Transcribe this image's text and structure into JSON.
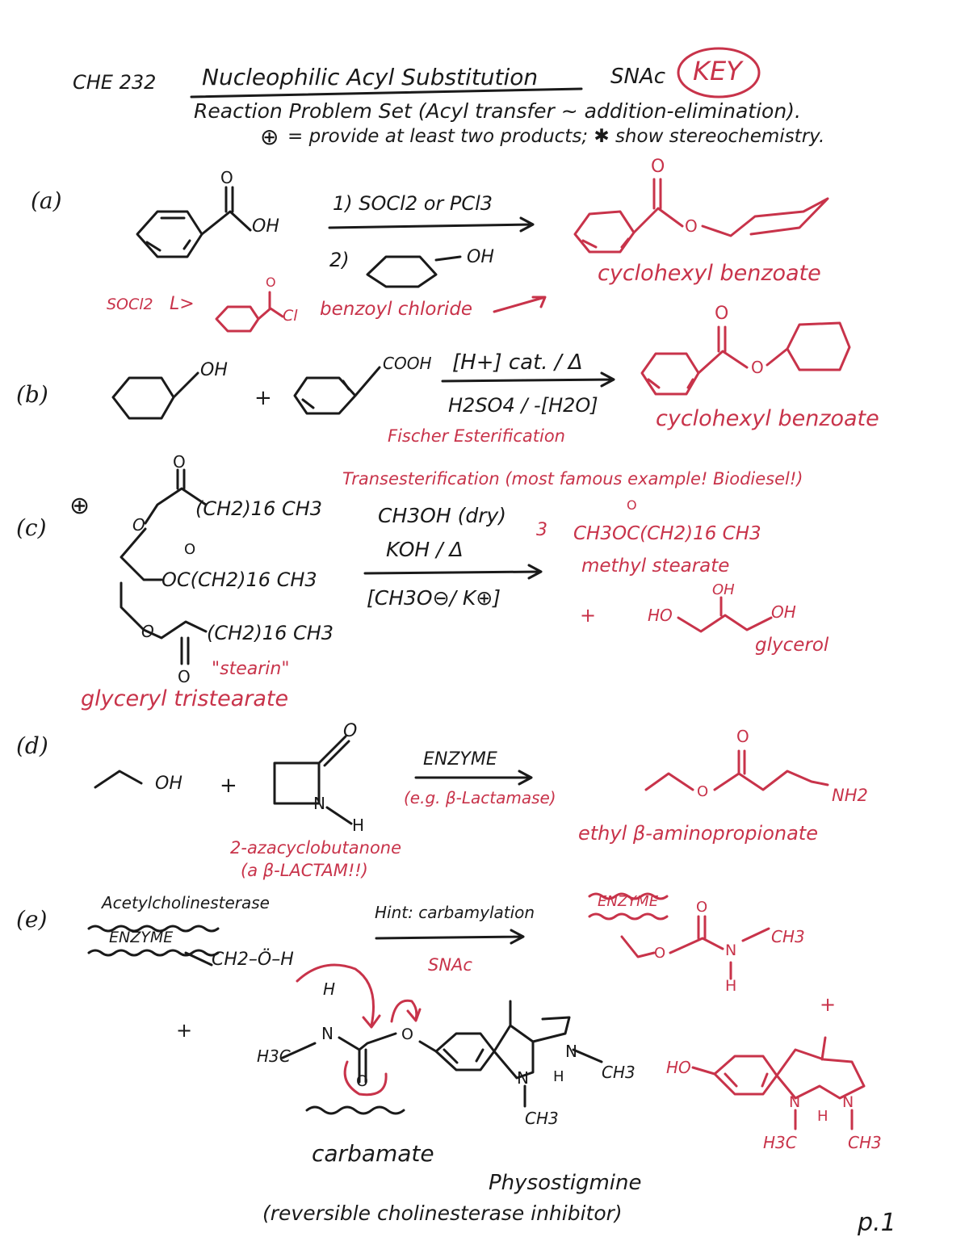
{
  "header": {
    "course": "CHE 232",
    "title": "Nucleophilic Acyl Substitution",
    "mechanism": "SNAc",
    "key_label": "KEY",
    "subtitle": "Reaction Problem Set (Acyl transfer ~ addition-elimination).",
    "instructions": "= provide at least two products; ✱ show stereochemistry."
  },
  "parts": {
    "a": {
      "label": "(a)",
      "acid_oh": "OH",
      "step1": "1) SOCl2 or PCl3",
      "step2": "2)",
      "alcohol_oh": "OH",
      "product_o_top": "O",
      "product_o": "O",
      "product_name": "cyclohexyl benzoate",
      "note_reagent": "SOCl2",
      "note_arrow": "L>",
      "note_o": "O",
      "note_cl": "Cl",
      "note_intermediate": "benzoyl chloride"
    },
    "b": {
      "label": "(b)",
      "alcohol_oh": "OH",
      "plus": "+",
      "acid": "COOH",
      "conditions_top": "[H+] cat. / Δ",
      "conditions_bottom": "H2SO4 / -[H2O]",
      "reaction_name": "Fischer Esterification",
      "product_o_top": "O",
      "product_o": "O",
      "product_name": "cyclohexyl benzoate"
    },
    "c": {
      "label": "(c)",
      "mark": "⊕",
      "chain1": "(CH2)16 CH3",
      "chain2": "OC(CH2)16 CH3",
      "chain3": "(CH2)16 CH3",
      "o_top": "O",
      "o_mid": "O",
      "o_bot": "O",
      "o_carbonyl_bottom": "O",
      "o_ester1": "O",
      "o_ester3": "O",
      "nickname": "\"stearin\"",
      "name": "glyceryl tristearate",
      "transester_note": "Transesterification (most famous example! Biodiesel!)",
      "reagent1": "CH3OH (dry)",
      "reagent2": "KOH / Δ",
      "reagent3": "[CH3O⊖/ K⊕]",
      "product_coeff": "3",
      "product1": "CH3OC(CH2)16 CH3",
      "product1_o": "O",
      "product1_name": "methyl stearate",
      "plus": "+",
      "glycerol_ho": "HO",
      "glycerol_oh_top": "OH",
      "glycerol_oh": "OH",
      "product2_name": "glycerol"
    },
    "d": {
      "label": "(d)",
      "alcohol_oh": "OH",
      "plus": "+",
      "lactam_o": "O",
      "lactam_n": "N",
      "lactam_h": "H",
      "lactam_name": "2-azacyclobutanone",
      "lactam_note": "(a β-LACTAM!!)",
      "enzyme": "ENZYME",
      "enzyme_example": "(e.g. β-Lactamase)",
      "product_o": "O",
      "product_o_ester": "O",
      "product_nh2": "NH2",
      "product_name": "ethyl β-aminopropionate"
    },
    "e": {
      "label": "(e)",
      "enzyme_name": "Acetylcholinesterase",
      "enzyme_box": "ENZYME",
      "enzyme_group": "CH2–Ö–H",
      "hint": "Hint: carbamylation",
      "arrow_label": "SNAc",
      "plus": "+",
      "h_top": "H",
      "n_label": "N",
      "h3c": "H3C",
      "o_ester": "O",
      "o_carbonyl": "O",
      "ring_n1": "N",
      "ring_h": "H",
      "ring_n2": "N",
      "ch3_right": "CH3",
      "ch3_bottom": "CH3",
      "carbamate_label": "carbamate",
      "drug_name": "Physostigmine",
      "drug_note": "(reversible cholinesterase inhibitor)",
      "product_enzyme": "ENZYME",
      "product_o_top": "O",
      "product_o": "O",
      "product_n": "N",
      "product_h": "H",
      "product_ch3": "CH3",
      "plus2": "+",
      "product2_ho": "HO",
      "product2_n1": "N",
      "product2_n2": "N",
      "product2_h": "H",
      "product2_h3c": "H3C",
      "product2_ch3": "CH3"
    }
  },
  "page_number": "p.1"
}
